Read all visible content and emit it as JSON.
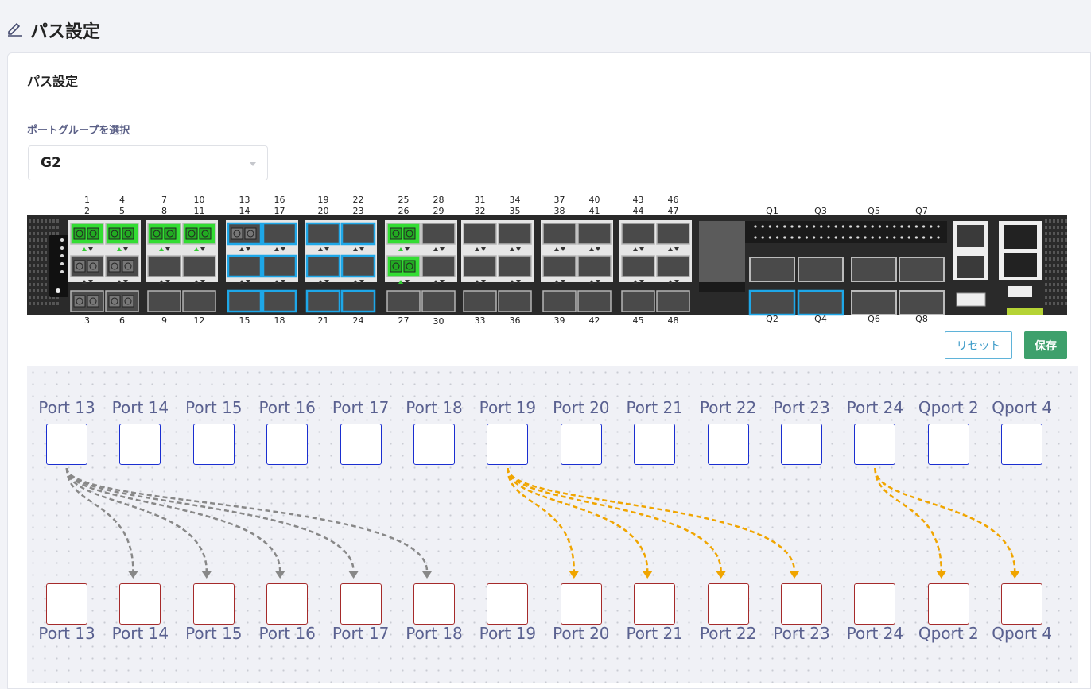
{
  "page": {
    "title": "パス設定",
    "edit_icon": "pencil-icon"
  },
  "card": {
    "title": "パス設定"
  },
  "port_group": {
    "label": "ポートグループを選択",
    "selected": "G2"
  },
  "device": {
    "top_numbers": [
      [
        "1",
        "2"
      ],
      [
        "4",
        "5"
      ],
      [
        "7",
        "8"
      ],
      [
        "10",
        "11"
      ],
      [
        "13",
        "14"
      ],
      [
        "16",
        "17"
      ],
      [
        "19",
        "20"
      ],
      [
        "22",
        "23"
      ],
      [
        "25",
        "26"
      ],
      [
        "28",
        "29"
      ],
      [
        "31",
        "32"
      ],
      [
        "34",
        "35"
      ],
      [
        "37",
        "38"
      ],
      [
        "40",
        "41"
      ],
      [
        "43",
        "44"
      ],
      [
        "46",
        "47"
      ]
    ],
    "bottom_numbers": [
      "3",
      "6",
      "9",
      "12",
      "15",
      "18",
      "21",
      "24",
      "27",
      "30",
      "33",
      "36",
      "39",
      "42",
      "45",
      "48"
    ],
    "qsfp_top": [
      "Q1",
      "Q3",
      "Q5",
      "Q7"
    ],
    "qsfp_bottom": [
      "Q2",
      "Q4",
      "Q6",
      "Q8"
    ],
    "colors": {
      "active_green": "#33dd33",
      "selected_blue": "#1ea7e8",
      "chassis": "#2a2a2a"
    }
  },
  "buttons": {
    "reset": "リセット",
    "save": "保存"
  },
  "diagram": {
    "ports": [
      "Port 13",
      "Port 14",
      "Port 15",
      "Port 16",
      "Port 17",
      "Port 18",
      "Port 19",
      "Port 20",
      "Port 21",
      "Port 22",
      "Port 23",
      "Port 24",
      "Qport 2",
      "Qport 4"
    ],
    "links": [
      {
        "from": "Port 13",
        "to": [
          "Port 14",
          "Port 15",
          "Port 16",
          "Port 17",
          "Port 18"
        ],
        "color": "#888888"
      },
      {
        "from": "Port 19",
        "to": [
          "Port 20",
          "Port 21",
          "Port 22",
          "Port 23"
        ],
        "color": "#f0a500"
      },
      {
        "from": "Port 24",
        "to": [
          "Qport 2",
          "Qport 4"
        ],
        "color": "#f0a500"
      }
    ]
  }
}
